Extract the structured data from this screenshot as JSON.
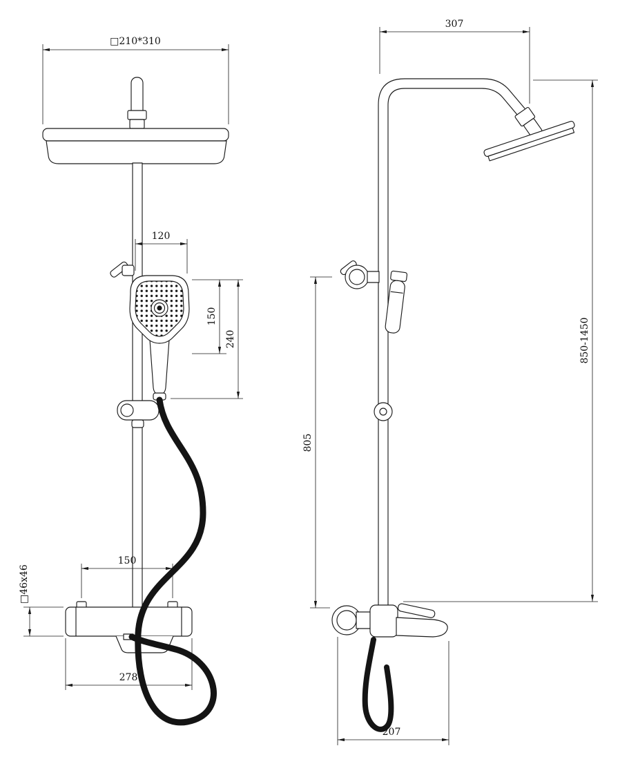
{
  "drawing": {
    "colors": {
      "background": "#ffffff",
      "line": "#1a1a1a"
    },
    "front_view": {
      "dim_head_size": "□210*310",
      "dim_handset_width": "120",
      "dim_handset_head": "150",
      "dim_handset_length": "240",
      "dim_handle_spacing": "150",
      "dim_valve_section": "□46x46",
      "dim_valve_width": "278"
    },
    "side_view": {
      "dim_arm_reach": "307",
      "dim_overall_height": "850-1450",
      "dim_pipe_length": "805",
      "dim_spout_reach": "207"
    }
  }
}
